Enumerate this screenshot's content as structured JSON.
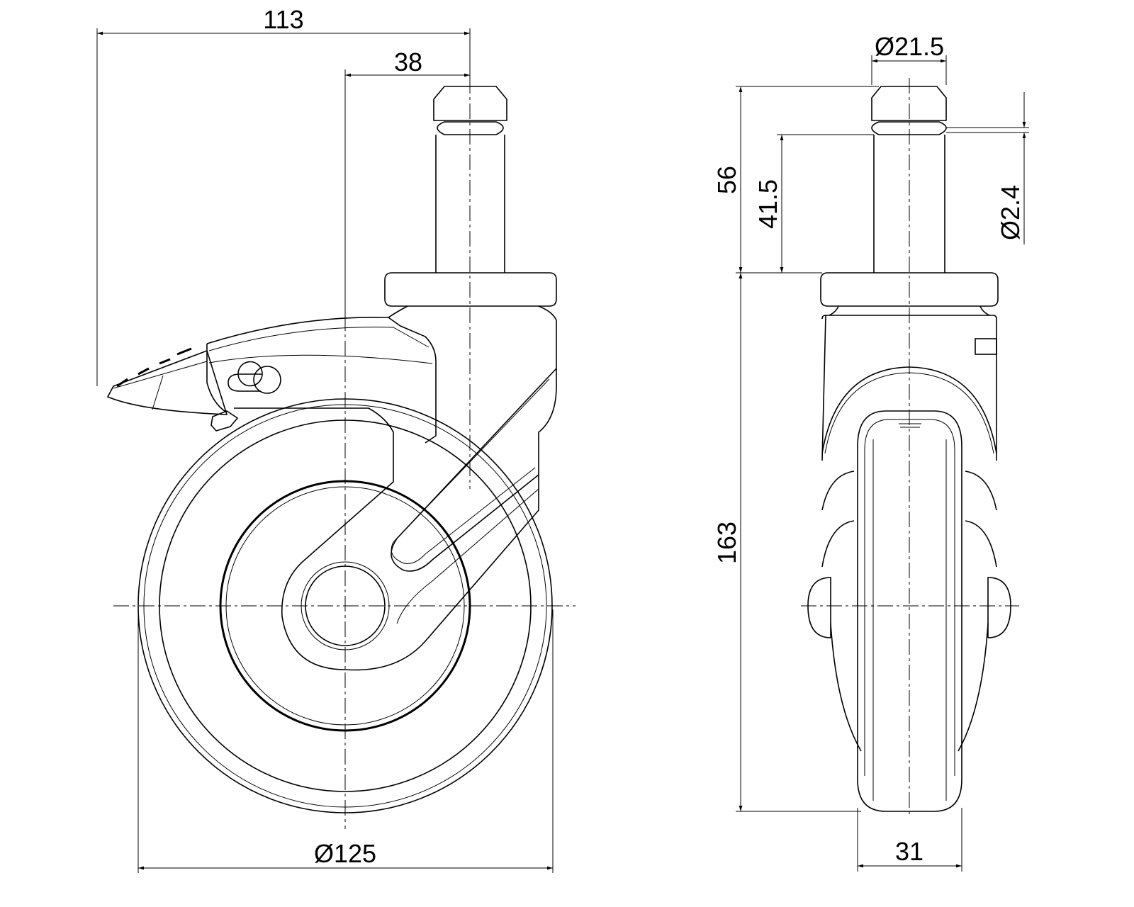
{
  "drawing": {
    "side_view": {
      "dimensions": {
        "overall_offset": "113",
        "stem_offset": "38",
        "wheel_diameter": "Ø125"
      }
    },
    "front_view": {
      "dimensions": {
        "stem_diameter": "Ø21.5",
        "stem_length": "56",
        "stem_usable_length": "41.5",
        "ring_diameter": "Ø2.4",
        "overall_height": "163",
        "wheel_width": "31"
      }
    }
  }
}
